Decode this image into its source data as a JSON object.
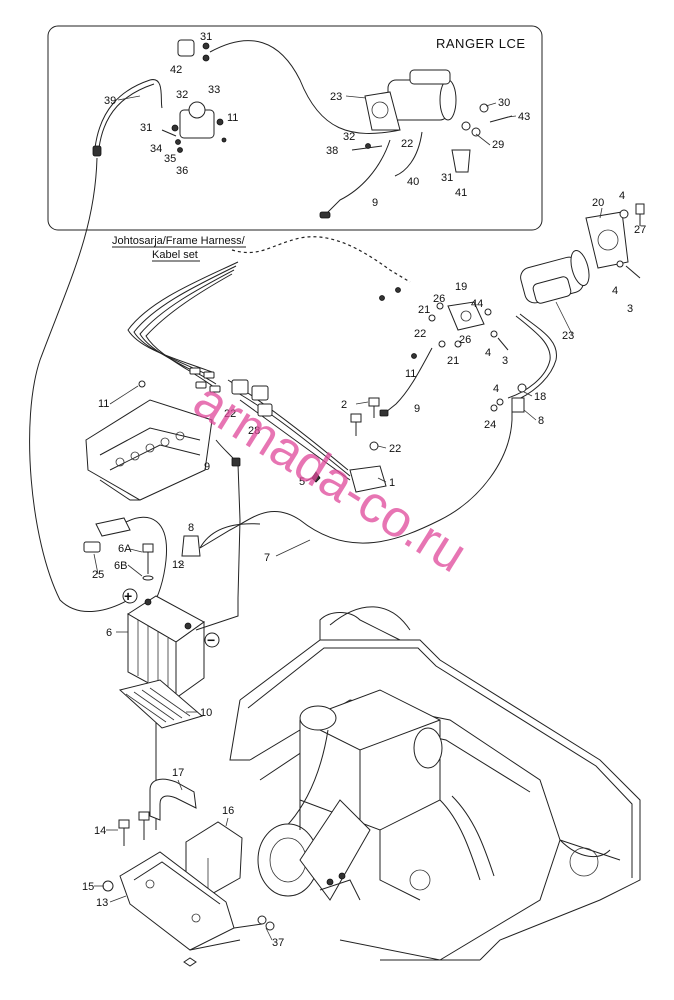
{
  "inset": {
    "title": "RANGER LCE"
  },
  "harness_label": [
    "Johtosarja/Frame Harness/",
    "Kabel set"
  ],
  "polarity": {
    "plus": "+",
    "minus": "−"
  },
  "watermark": "armada-co.ru",
  "labels": {
    "i31a": "31",
    "i42": "42",
    "i39": "39",
    "i33": "33",
    "i32a": "32",
    "i31b": "31",
    "i11": "11",
    "i34": "34",
    "i35": "35",
    "i36": "36",
    "i23": "23",
    "i30": "30",
    "i43": "43",
    "i32b": "32",
    "i22": "22",
    "i29": "29",
    "i38": "38",
    "i31c": "31",
    "i40": "40",
    "i41": "41",
    "i9": "9",
    "m20": "20",
    "m4a": "4",
    "m27": "27",
    "m4b": "4",
    "m3a": "3",
    "m26a": "26",
    "m19": "19",
    "m21a": "21",
    "m44": "44",
    "m23": "23",
    "m22a": "22",
    "m26b": "26",
    "m21b": "21",
    "m4c": "4",
    "m3b": "3",
    "m11a": "11",
    "m9a": "9",
    "m4d": "4",
    "m18": "18",
    "m24": "24",
    "m8a": "8",
    "m2": "2",
    "m22b": "22",
    "m11b": "11",
    "m22c": "22",
    "m28": "28",
    "m9b": "9",
    "m5": "5",
    "m1": "1",
    "m7": "7",
    "m8b": "8",
    "m6A": "6A",
    "m6B": "6B",
    "m12": "12",
    "m25": "25",
    "m6": "6",
    "m10": "10",
    "m17": "17",
    "m16": "16",
    "m14": "14",
    "m15": "15",
    "m13": "13",
    "m37": "37"
  }
}
